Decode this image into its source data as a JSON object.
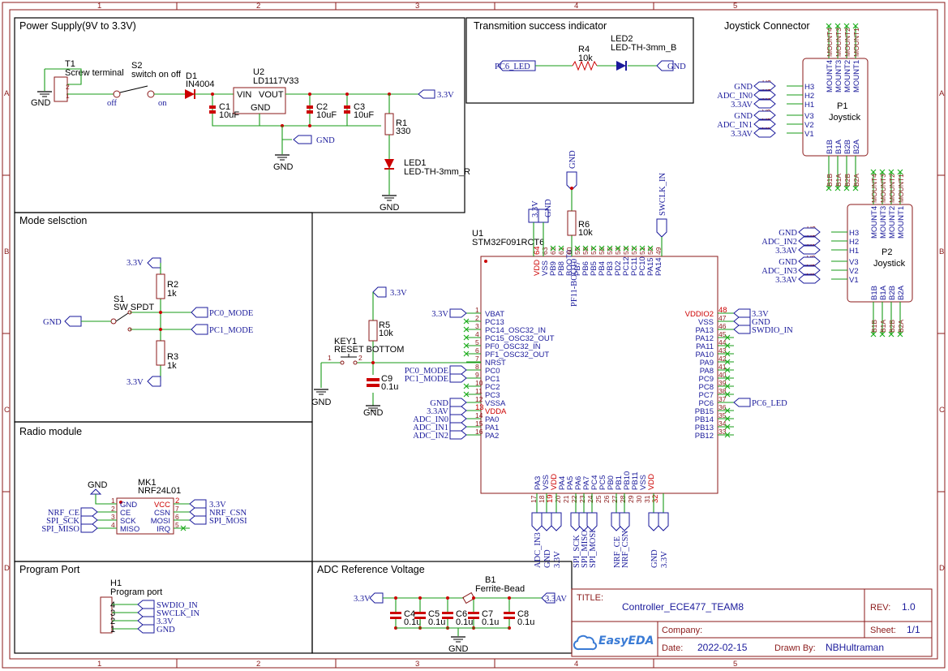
{
  "grid": {
    "columns": [
      "1",
      "2",
      "3",
      "4",
      "5"
    ],
    "rows": [
      "A",
      "B",
      "C",
      "D"
    ]
  },
  "sections": {
    "power": "Power Supply(9V to 3.3V)",
    "indicator": "Transmition success indicator",
    "joystick": "Joystick Connector",
    "mode": "Mode selsction",
    "radio": "Radio module",
    "program": "Program Port",
    "adc": "ADC Reference Voltage"
  },
  "power": {
    "t1_ref": "T1",
    "t1_val": "Screw terminal",
    "s2_ref": "S2",
    "s2_val": "switch on off",
    "off": "off",
    "on": "on",
    "d1_ref": "D1",
    "d1_val": "IN4004",
    "u2_ref": "U2",
    "u2_val": "LD1117V33",
    "vin": "VIN",
    "vout": "VOUT",
    "gnd_pin": "GND",
    "c1_ref": "C1",
    "c1_val": "10uF",
    "c2_ref": "C2",
    "c2_val": "10uF",
    "c3_ref": "C3",
    "c3_val": "10uF",
    "r1_ref": "R1",
    "r1_val": "330",
    "led1_ref": "LED1",
    "led1_val": "LED-TH-3mm_R",
    "gnd": "GND",
    "v33": "3.3V"
  },
  "indicator": {
    "net": "PC6_LED",
    "r4_ref": "R4",
    "r4_val": "10k",
    "led2_ref": "LED2",
    "led2_val": "LED-TH-3mm_B",
    "gnd": "GND"
  },
  "joystick": {
    "p1_ref": "P1",
    "p1_val": "Joystick",
    "p2_ref": "P2",
    "p2_val": "Joystick",
    "pins_h": [
      "H3",
      "H2",
      "H1"
    ],
    "pins_v": [
      "V3",
      "V2",
      "V1"
    ],
    "mounts": [
      "MOUNT4",
      "MOUNT3",
      "MOUNT2",
      "MOUNT1"
    ],
    "bottom": [
      "B1B",
      "B1A",
      "B2B",
      "B2A"
    ],
    "p1_nets": [
      "GND",
      "ADC_IN0",
      "3.3AV",
      "GND",
      "ADC_IN1",
      "3.3AV"
    ],
    "p2_nets": [
      "GND",
      "ADC_IN2",
      "3.3AV",
      "GND",
      "ADC_IN3",
      "3.3AV"
    ]
  },
  "mode": {
    "v33": "3.3V",
    "r2_ref": "R2",
    "r2_val": "1k",
    "s1_ref": "S1",
    "s1_val": "SW SPDT",
    "gnd": "GND",
    "pc0": "PC0_MODE",
    "pc1": "PC1_MODE",
    "r3_ref": "R3",
    "r3_val": "1k"
  },
  "mcu": {
    "ref": "U1",
    "val": "STM32F091RCT6",
    "r6_ref": "R6",
    "r6_val": "10k",
    "r5_ref": "R5",
    "r5_val": "10k",
    "c9_ref": "C9",
    "c9_val": "0.1u",
    "key_ref": "KEY1",
    "key_val": "RESET BOTTOM",
    "top_nets": [
      "3.3V",
      "GND",
      "GND",
      "SWCLK_IN"
    ],
    "top_pins": [
      "VDD",
      "VSS",
      "PB9",
      "PB8",
      "BOOT0",
      "PB7",
      "PB6",
      "PB5",
      "PB4",
      "PB3",
      "PD2",
      "PC12",
      "PC11",
      "PC10",
      "PA15",
      "PA14"
    ],
    "top_nums": [
      "64",
      "63",
      "62",
      "61",
      "60",
      "59",
      "58",
      "57",
      "56",
      "55",
      "54",
      "53",
      "52",
      "51",
      "50",
      "49"
    ],
    "boot_net": "PF11-BOOT0",
    "left_pins": [
      "VBAT",
      "PC13",
      "PC14_OSC32_IN",
      "PC15_OSC32_OUT",
      "PF0_OSC32_IN",
      "PF1_OSC32_OUT",
      "NRST",
      "PC0",
      "PC1",
      "PC2",
      "PC3",
      "VSSA",
      "VDDA",
      "PA0",
      "PA1",
      "PA2"
    ],
    "left_nets": [
      "3.3V",
      "",
      "",
      "",
      "",
      "",
      "",
      "PC0_MODE",
      "PC1_MODE",
      "",
      "",
      "GND",
      "3.3AV",
      "ADC_IN0",
      "ADC_IN1",
      "ADC_IN2"
    ],
    "right_pins": [
      "VDDIO2",
      "VSS",
      "PA13",
      "PA12",
      "PA11",
      "PA10",
      "PA9",
      "PA8",
      "PC9",
      "PC8",
      "PC7",
      "PC6",
      "PB15",
      "PB14",
      "PB13",
      "PB12"
    ],
    "right_nums": [
      "48",
      "47",
      "46",
      "45",
      "44",
      "43",
      "42",
      "41",
      "40",
      "39",
      "38",
      "37",
      "36",
      "35",
      "34",
      "33"
    ],
    "right_nets": [
      "3.3V",
      "GND",
      "SWDIO_IN",
      "",
      "",
      "",
      "",
      "",
      "",
      "",
      "",
      "PC6_LED",
      "",
      "",
      "",
      ""
    ],
    "bottom_pins": [
      "PA3",
      "VSS",
      "VDD",
      "PA4",
      "PA5",
      "PA6",
      "PA7",
      "PC4",
      "PC5",
      "PB0",
      "PB1",
      "PB10",
      "PB11",
      "VSS",
      "VDD"
    ],
    "bottom_nums": [
      "17",
      "18",
      "19",
      "20",
      "21",
      "22",
      "23",
      "24",
      "25",
      "26",
      "27",
      "28",
      "29",
      "30",
      "31",
      "32"
    ],
    "bottom_nets": [
      "ADC_IN3",
      "GND",
      "3.3V",
      "SPI_SCK",
      "SPI_MISO",
      "SPI_MOSI",
      "NRF_CE",
      "NRF_CSN",
      "GND",
      "3.3V"
    ],
    "reset_gnd": "GND",
    "v33": "3.3V"
  },
  "radio": {
    "ref": "MK1",
    "val": "NRF24L01",
    "left": [
      "GND",
      "CE",
      "SCK",
      "MISO"
    ],
    "right": [
      "VCC",
      "CSN",
      "MOSI",
      "IRQ"
    ],
    "left_nets": [
      "GND",
      "NRF_CE",
      "SPI_SCK",
      "SPI_MISO"
    ],
    "right_nets": [
      "3.3V",
      "NRF_CSN",
      "SPI_MOSI"
    ]
  },
  "program": {
    "ref": "H1",
    "val": "Program port",
    "nums": [
      "4",
      "3",
      "2",
      "1"
    ],
    "nets": [
      "SWDIO_IN",
      "SWCLK_IN",
      "3.3V",
      "GND"
    ]
  },
  "adc": {
    "v33": "3.3V",
    "b1_ref": "B1",
    "b1_val": "Ferrite-Bead",
    "v33a": "3.3AV",
    "caps": [
      "C4",
      "C5",
      "C6",
      "C7",
      "C8"
    ],
    "cap_val": "0.1u",
    "gnd": "GND"
  },
  "title_block": {
    "title_label": "TITLE:",
    "title": "Controller_ECE477_TEAM8",
    "rev_label": "REV:",
    "rev": "1.0",
    "company_label": "Company:",
    "sheet_label": "Sheet:",
    "sheet": "1/1",
    "date_label": "Date:",
    "date": "2022-02-15",
    "drawn_label": "Drawn By:",
    "drawn": "NBHultraman",
    "logo": "EasyEDA"
  }
}
